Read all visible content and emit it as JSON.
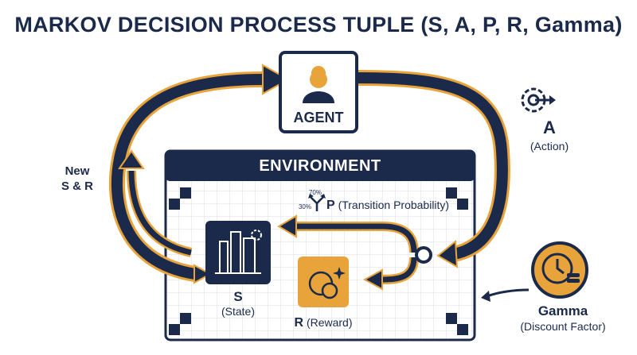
{
  "title": "MARKOV DECISION PROCESS TUPLE (S, A, P, R, Gamma)",
  "agent": {
    "label": "AGENT"
  },
  "environment": {
    "label": "ENVIRONMENT"
  },
  "new_sr": {
    "line1": "New",
    "line2": "S & R"
  },
  "action": {
    "letter": "A",
    "desc": "(Action)"
  },
  "transition": {
    "letter": "P",
    "desc": "(Transition Probability)",
    "pct_high": "70%",
    "pct_low": "30%"
  },
  "state": {
    "letter": "S",
    "desc": "(State)"
  },
  "reward": {
    "letter": "R",
    "desc": "(Reward)"
  },
  "gamma": {
    "name": "Gamma",
    "desc": "(Discount Factor)"
  },
  "colors": {
    "navy": "#1b2a4a",
    "gold": "#e8a33a",
    "grid": "#d9dde6"
  }
}
